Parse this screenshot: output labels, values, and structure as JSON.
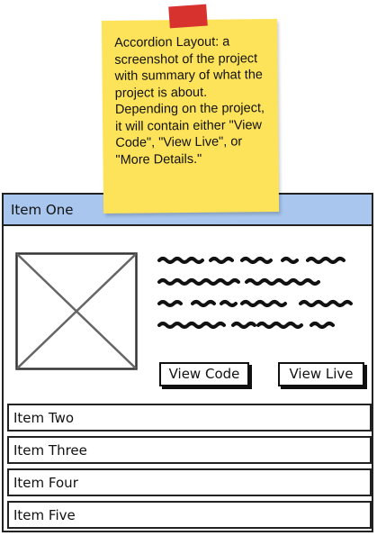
{
  "sticky_note": {
    "text": "Accordion Layout: a screenshot of the project with summary of what the project is about. Depending on the project, it will contain either \"View Code\", \"View Live\", or \"More Details.\"",
    "color": "#fde35a",
    "tape_color": "#d8322f"
  },
  "accordion": {
    "active_color": "#a8c6ee",
    "expanded_item": {
      "label": "Item One",
      "thumbnail_icon": "image-placeholder-icon",
      "summary_icon": "scribble-text-icon",
      "buttons": {
        "view_code": "View Code",
        "view_live": "View Live"
      }
    },
    "items": [
      {
        "label": "Item Two"
      },
      {
        "label": "Item Three"
      },
      {
        "label": "Item Four"
      },
      {
        "label": "Item Five"
      }
    ]
  }
}
